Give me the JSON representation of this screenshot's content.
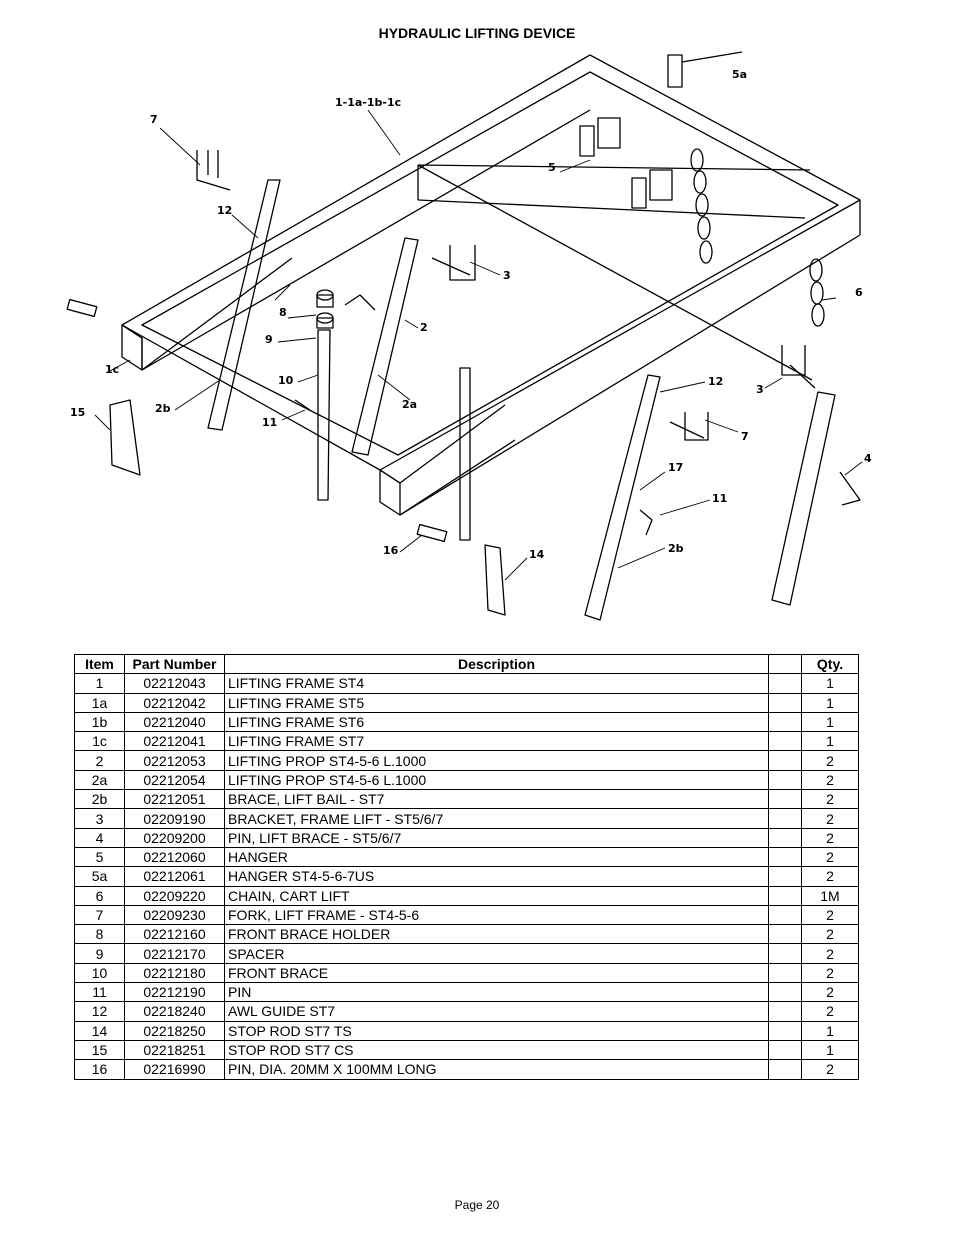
{
  "title": "HYDRAULIC LIFTING DEVICE",
  "diagram": {
    "callouts": [
      "5a",
      "1-1a-1b-1c",
      "7",
      "5",
      "12",
      "6",
      "3",
      "8",
      "2",
      "9",
      "1c",
      "10",
      "2a",
      "11",
      "15",
      "2b",
      "12",
      "3",
      "4",
      "7",
      "17",
      "11",
      "2b",
      "16",
      "14"
    ]
  },
  "table": {
    "headers": {
      "item": "Item",
      "part_number": "Part Number",
      "description": "Description",
      "qty": "Qty."
    },
    "rows": [
      {
        "item": "1",
        "part_number": "02212043",
        "description": "LIFTING FRAME  ST4",
        "qty": "1"
      },
      {
        "item": "1a",
        "part_number": "02212042",
        "description": "LIFTING FRAME  ST5",
        "qty": "1"
      },
      {
        "item": "1b",
        "part_number": "02212040",
        "description": "LIFTING FRAME  ST6",
        "qty": "1"
      },
      {
        "item": "1c",
        "part_number": "02212041",
        "description": "LIFTING FRAME  ST7",
        "qty": "1"
      },
      {
        "item": "2",
        "part_number": "02212053",
        "description": "LIFTING PROP ST4-5-6 L.1000",
        "qty": "2"
      },
      {
        "item": "2a",
        "part_number": "02212054",
        "description": "LIFTING PROP ST4-5-6 L.1000",
        "qty": "2"
      },
      {
        "item": "2b",
        "part_number": "02212051",
        "description": "BRACE, LIFT BAIL - ST7",
        "qty": "2"
      },
      {
        "item": "3",
        "part_number": "02209190",
        "description": "BRACKET, FRAME LIFT - ST5/6/7",
        "qty": "2"
      },
      {
        "item": "4",
        "part_number": "02209200",
        "description": "PIN, LIFT BRACE - ST5/6/7",
        "qty": "2"
      },
      {
        "item": "5",
        "part_number": "02212060",
        "description": "HANGER",
        "qty": "2"
      },
      {
        "item": "5a",
        "part_number": "02212061",
        "description": "HANGER ST4-5-6-7US",
        "qty": "2"
      },
      {
        "item": "6",
        "part_number": "02209220",
        "description": "CHAIN, CART LIFT",
        "qty": "1M"
      },
      {
        "item": "7",
        "part_number": "02209230",
        "description": "FORK, LIFT FRAME - ST4-5-6",
        "qty": "2"
      },
      {
        "item": "8",
        "part_number": "02212160",
        "description": "FRONT BRACE HOLDER",
        "qty": "2"
      },
      {
        "item": "9",
        "part_number": "02212170",
        "description": "SPACER",
        "qty": "2"
      },
      {
        "item": "10",
        "part_number": "02212180",
        "description": "FRONT BRACE",
        "qty": "2"
      },
      {
        "item": "11",
        "part_number": "02212190",
        "description": "PIN",
        "qty": "2"
      },
      {
        "item": "12",
        "part_number": "02218240",
        "description": "AWL GUIDE ST7",
        "qty": "2"
      },
      {
        "item": "14",
        "part_number": "02218250",
        "description": "STOP ROD ST7  TS",
        "qty": "1"
      },
      {
        "item": "15",
        "part_number": "02218251",
        "description": "STOP ROD ST7  CS",
        "qty": "1"
      },
      {
        "item": "16",
        "part_number": "02216990",
        "description": "PIN, DIA. 20MM X 100MM LONG",
        "qty": "2"
      }
    ]
  },
  "footer": {
    "page": "Page 20"
  }
}
